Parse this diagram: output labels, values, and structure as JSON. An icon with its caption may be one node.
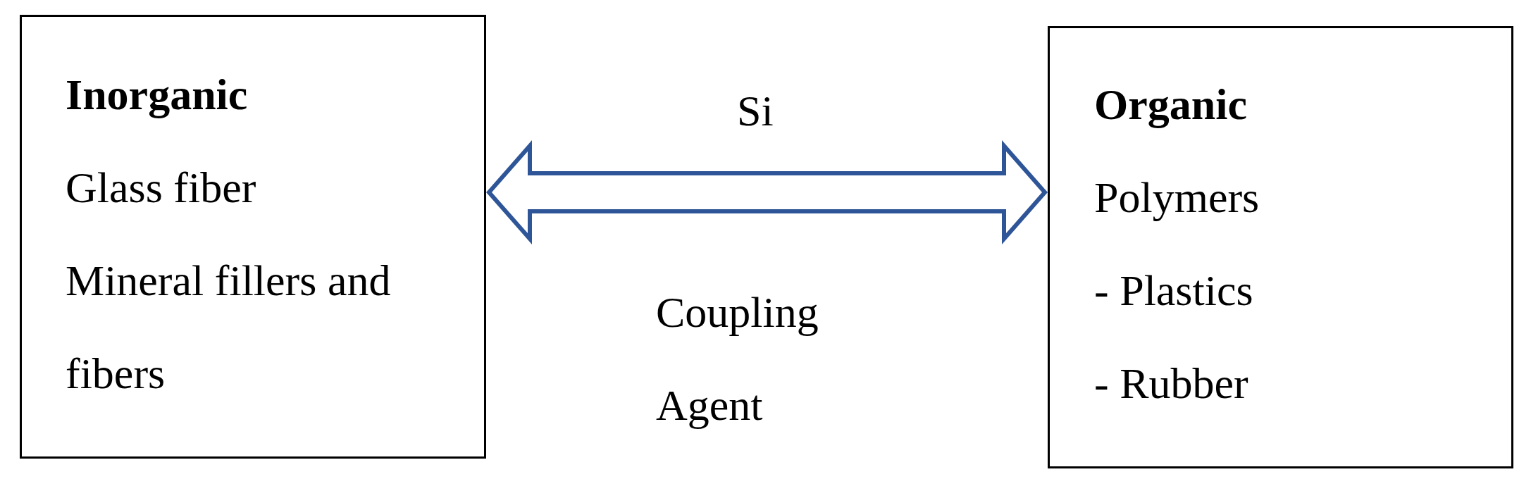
{
  "diagram": {
    "nodes": [
      {
        "text": [
          "Inorganic",
          "Glass fiber",
          "Mineral fillers and fibers"
        ]
      },
      {
        "text": [
          "Organic",
          "Polymers",
          "- Plastics",
          "- Rubber"
        ]
      }
    ],
    "edges": [
      {
        "from": 0,
        "to": 1,
        "arrow": "both",
        "style": "thick",
        "color": "#2e5597"
      }
    ],
    "labels": [
      "Si",
      "Coupling Agent"
    ]
  }
}
